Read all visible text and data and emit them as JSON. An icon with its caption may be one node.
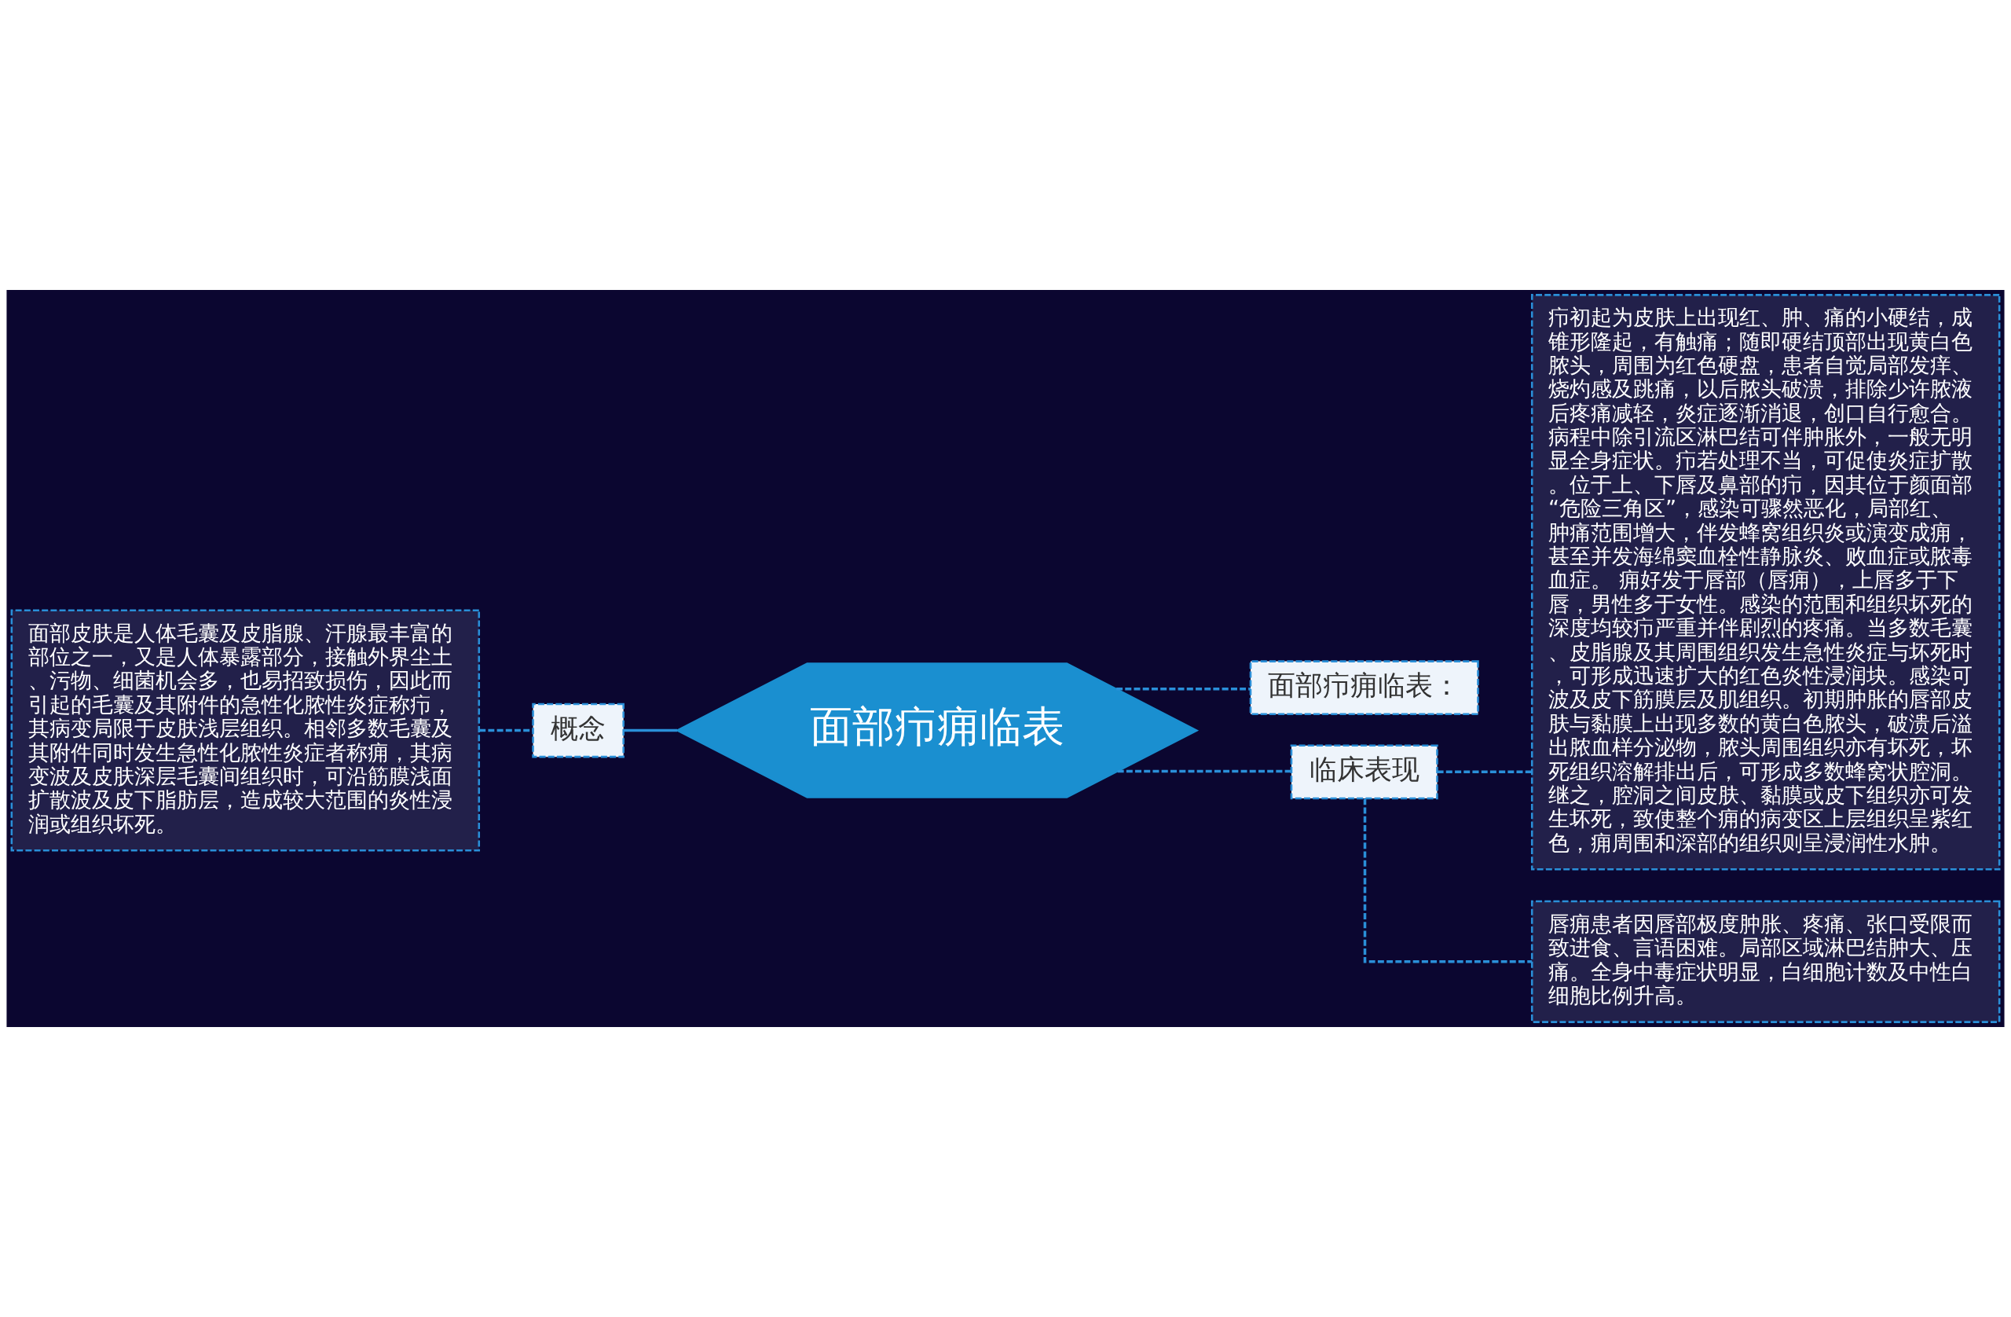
{
  "diagram": {
    "nodes": [
      {
        "text": [
          "面部疖痈临表"
        ]
      },
      {
        "text": [
          "概念"
        ]
      },
      {
        "text": [
          "面部皮肤是人体毛囊及皮脂腺、汗腺最丰富的部位之一，又是人体暴露部分，接触外界尘土、污物、细菌机会多，也易招致损伤，因此而引起的毛囊及其附件的急性化脓性炎症称疖，其病变局限于皮肤浅层组织。相邻多数毛囊及其附件同时发生急性化脓性炎症者称痈，其病变波及皮肤深层毛囊间组织时，可沿筋膜浅面扩散波及皮下脂肪层，造成较大范围的炎性浸润或组织坏死。"
        ]
      },
      {
        "text": [
          "面部疖痈临表："
        ]
      },
      {
        "text": [
          "临床表现"
        ]
      },
      {
        "text": [
          "疖初起为皮肤上出现红、肿、痛的小硬结，成锥形隆起，有触痛；随即硬结顶部出现黄白色脓头，周围为红色硬盘，患者自觉局部发痒、烧灼感及跳痛，以后脓头破溃，排除少许脓液后疼痛减轻，炎症逐渐消退，创口自行愈合。病程中除引流区淋巴结可伴肿胀外，一般无明显全身症状。疖若处理不当，可促使炎症扩散。位于上、下唇及鼻部的疖，因其位于颜面部“危险三角区”，感染可骤然恶化，局部红、肿痛范围增大，伴发蜂窝组织炎或演变成痈，甚至并发海绵窦血栓性静脉炎、败血症或脓毒血症。 痈好发于唇部（唇痈），上唇多于下唇，男性多于女性。感染的范围和组织坏死的深度均较疖严重并伴剧烈的疼痛。当多数毛囊、皮脂腺及其周围组织发生急性炎症与坏死时，可形成迅速扩大的红色炎性浸润块。感染可波及皮下筋膜层及肌组织。初期肿胀的唇部皮肤与黏膜上出现多数的黄白色脓头，破溃后溢出脓血样分泌物，脓头周围组织亦有坏死，坏死组织溶解排出后，可形成多数蜂窝状腔洞。继之，腔洞之间皮肤、黏膜或皮下组织亦可发生坏死，致使整个痈的病变区上层组织呈紫红色，痈周围和深部的组织则呈浸润性水肿。"
        ]
      },
      {
        "text": [
          "唇痈患者因唇部极度肿胀、疼痛、张口受限而致进食、言语困难。局部区域淋巴结肿大、压痛。全身中毒症状明显，白细胞计数及中性白细胞比例升高。"
        ]
      }
    ],
    "edges": [
      {
        "from": 0,
        "to": 1,
        "arrow": "none"
      },
      {
        "from": 1,
        "to": 2,
        "arrow": "none",
        "style": "dashed"
      },
      {
        "from": 0,
        "to": 3,
        "arrow": "none",
        "style": "dashed"
      },
      {
        "from": 0,
        "to": 4,
        "arrow": "none",
        "style": "dashed"
      },
      {
        "from": 4,
        "to": 5,
        "arrow": "none",
        "style": "dashed"
      },
      {
        "from": 4,
        "to": 6,
        "arrow": "none",
        "style": "dashed"
      }
    ]
  }
}
